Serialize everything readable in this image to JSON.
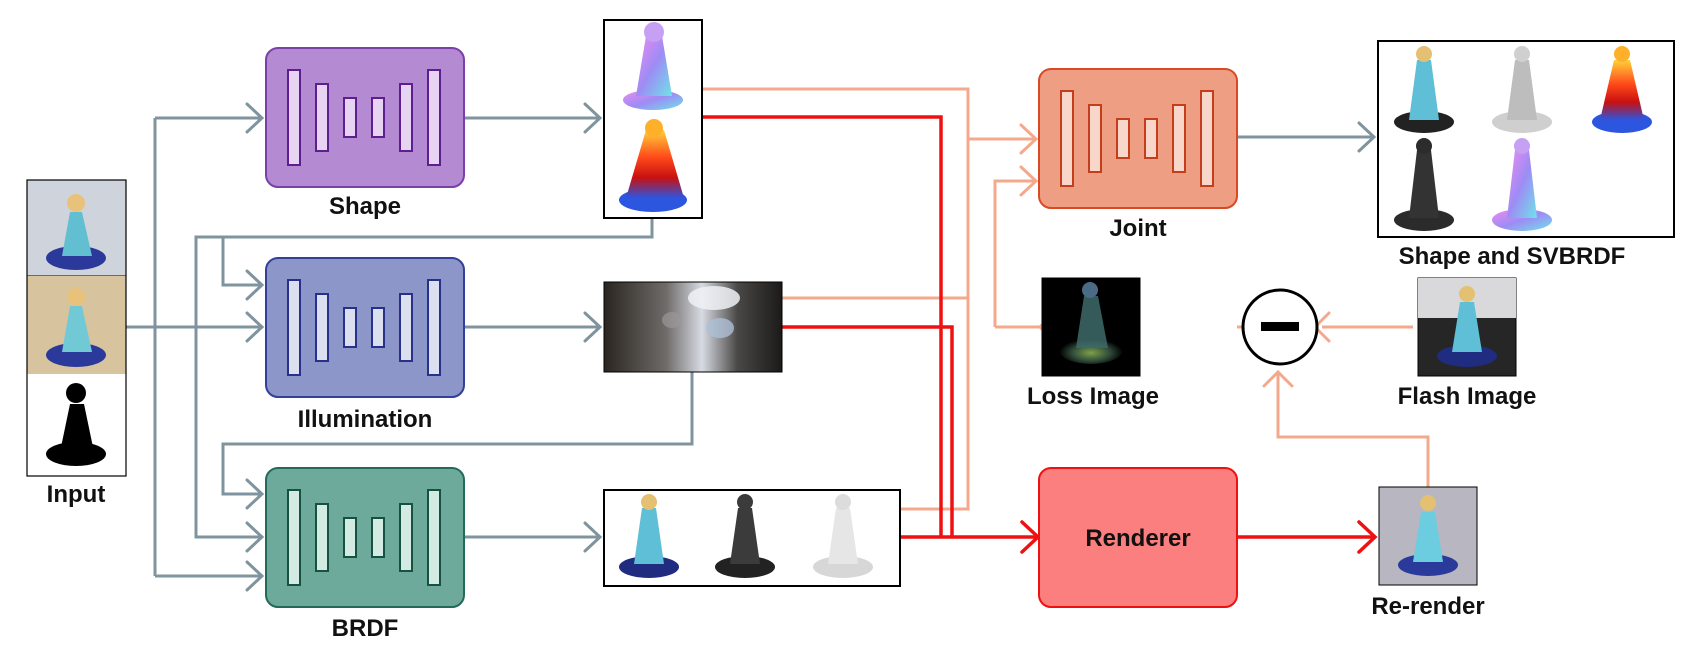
{
  "labels": {
    "input": "Input",
    "shape": "Shape",
    "illumination": "Illumination",
    "brdf": "BRDF",
    "joint": "Joint",
    "shape_svbrdf": "Shape and SVBRDF",
    "loss_image": "Loss Image",
    "flash_image": "Flash Image",
    "renderer": "Renderer",
    "rerender": "Re-render"
  },
  "colors": {
    "gray_arrow": "#7f949f",
    "red_arrow": "#ee1111",
    "peach_arrow": "#f5a98c",
    "shape_box": "#b48ad3",
    "illumination_box": "#8d96c8",
    "brdf_box": "#6daa9b",
    "joint_box": "#ee9e82",
    "renderer_box": "#fb7f7f"
  },
  "icons": {
    "network": "encoder-decoder-icon",
    "subtract": "minus-circle-icon"
  }
}
